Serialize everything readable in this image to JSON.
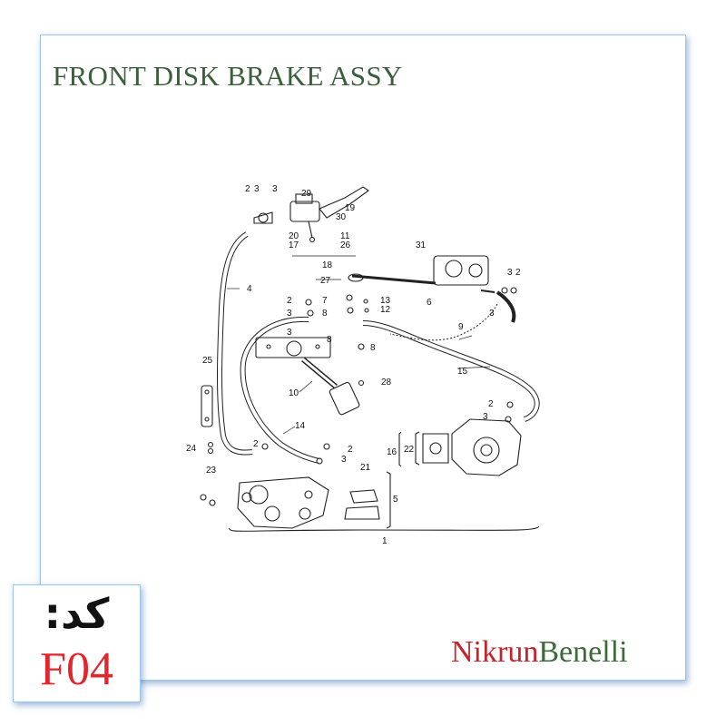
{
  "title": "FRONT DISK BRAKE ASSY",
  "diagram": {
    "callouts": {
      "c1": "1",
      "c2a": "2",
      "c2b": "2",
      "c2c": "2",
      "c2d": "2",
      "c2e": "2",
      "c2f": "2",
      "c3a": "3",
      "c3b": "3",
      "c3c": "3",
      "c3d": "3",
      "c3e": "3",
      "c3f": "3",
      "c3g": "3",
      "c3h": "3",
      "c4": "4",
      "c5": "5",
      "c6": "6",
      "c7": "7",
      "c8a": "8",
      "c8b": "8",
      "c8c": "8",
      "c9": "9",
      "c10": "10",
      "c11": "11",
      "c12": "12",
      "c13": "13",
      "c14": "14",
      "c15": "15",
      "c16": "16",
      "c17": "17",
      "c18": "18",
      "c19": "19",
      "c20": "20",
      "c21": "21",
      "c22": "22",
      "c23": "23",
      "c24": "24",
      "c25": "25",
      "c26": "26",
      "c27": "27",
      "c28": "28",
      "c29": "29",
      "c30": "30",
      "c31": "31"
    }
  },
  "code": {
    "label": "کد:",
    "value": "F04"
  },
  "brand": {
    "part1": "Nikrun",
    "part2": "Benelli"
  }
}
